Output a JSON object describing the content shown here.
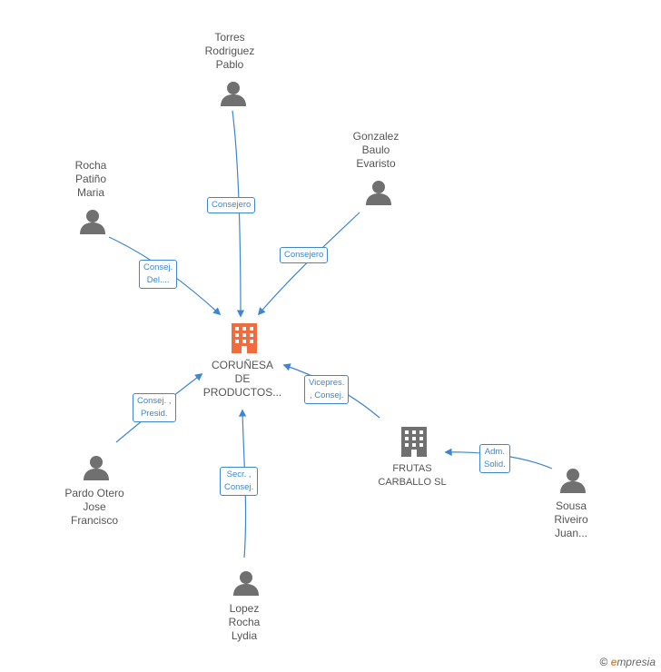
{
  "nodes": {
    "company_main": {
      "lines": [
        "CORUÑESA",
        "DE",
        "PRODUCTOS..."
      ],
      "icon": "building-icon",
      "color": "#f06b3e"
    },
    "company_frutas": {
      "lines": [
        "FRUTAS",
        "CARBALLO SL"
      ],
      "icon": "building-icon",
      "color": "#707070"
    },
    "torres": {
      "lines": [
        "Torres",
        "Rodriguez",
        "Pablo"
      ],
      "icon": "person-icon"
    },
    "gonzalez": {
      "lines": [
        "Gonzalez",
        "Baulo",
        "Evaristo"
      ],
      "icon": "person-icon"
    },
    "rocha": {
      "lines": [
        "Rocha",
        "Patiño",
        "Maria"
      ],
      "icon": "person-icon"
    },
    "pardo": {
      "lines": [
        "Pardo Otero",
        "Jose",
        "Francisco"
      ],
      "icon": "person-icon"
    },
    "lopez": {
      "lines": [
        "Lopez",
        "Rocha",
        "Lydia"
      ],
      "icon": "person-icon"
    },
    "sousa": {
      "lines": [
        "Sousa",
        "Riveiro",
        "Juan..."
      ],
      "icon": "person-icon"
    }
  },
  "edges": {
    "torres": {
      "lines": [
        "Consejero"
      ]
    },
    "gonzalez": {
      "lines": [
        "Consejero"
      ]
    },
    "rocha": {
      "lines": [
        "Consej.",
        "Del...."
      ]
    },
    "pardo": {
      "lines": [
        "Consej. ,",
        "Presid."
      ]
    },
    "lopez": {
      "lines": [
        "Secr. ,",
        "Consej."
      ]
    },
    "frutas": {
      "lines": [
        "Vicepres.",
        ", Consej."
      ]
    },
    "sousa": {
      "lines": [
        "Adm.",
        "Solid."
      ]
    }
  },
  "colors": {
    "edge": "#3d86d1",
    "person": "#707070",
    "text": "#555555"
  },
  "footer": {
    "copyright_symbol": "©",
    "brand_first": "e",
    "brand_rest": "mpresia"
  }
}
